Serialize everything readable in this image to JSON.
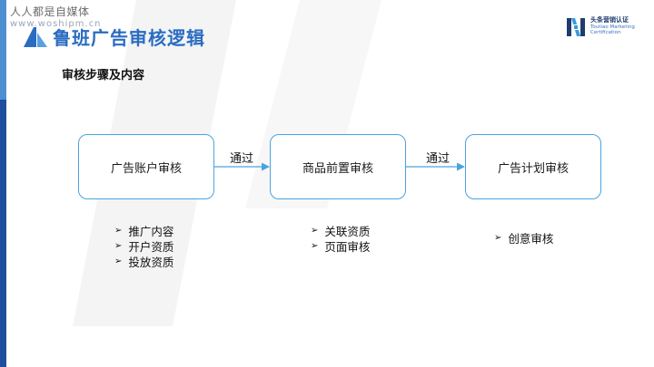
{
  "watermark": {
    "line1": "人人都是自媒体",
    "line2": "www.woshipm.cn"
  },
  "slide": {
    "title": "鲁班广告审核逻辑",
    "subtitle": "审核步骤及内容"
  },
  "logo": {
    "cn": "头条营销认证",
    "en_line1": "Toutiao Marketing",
    "en_line2": "Certification"
  },
  "flow": {
    "steps": [
      {
        "label": "广告账户审核",
        "items": [
          "推广内容",
          "开户资质",
          "投放资质"
        ]
      },
      {
        "label": "商品前置审核",
        "items": [
          "关联资质",
          "页面审核"
        ]
      },
      {
        "label": "广告计划审核",
        "items": [
          "创意审核"
        ]
      }
    ],
    "connectors": [
      "通过",
      "通过"
    ]
  },
  "colors": {
    "title": "#2a6cc1",
    "box_border": "#4aa3e0",
    "arrow": "#4aa3e0",
    "left_bar_top": "#4d8fd1",
    "left_bar_bottom": "#1f4e9c"
  },
  "icons": {
    "bullet": "arrow-bullet-icon",
    "title": "slide-title-icon",
    "logo": "toutiao-logo-icon"
  }
}
